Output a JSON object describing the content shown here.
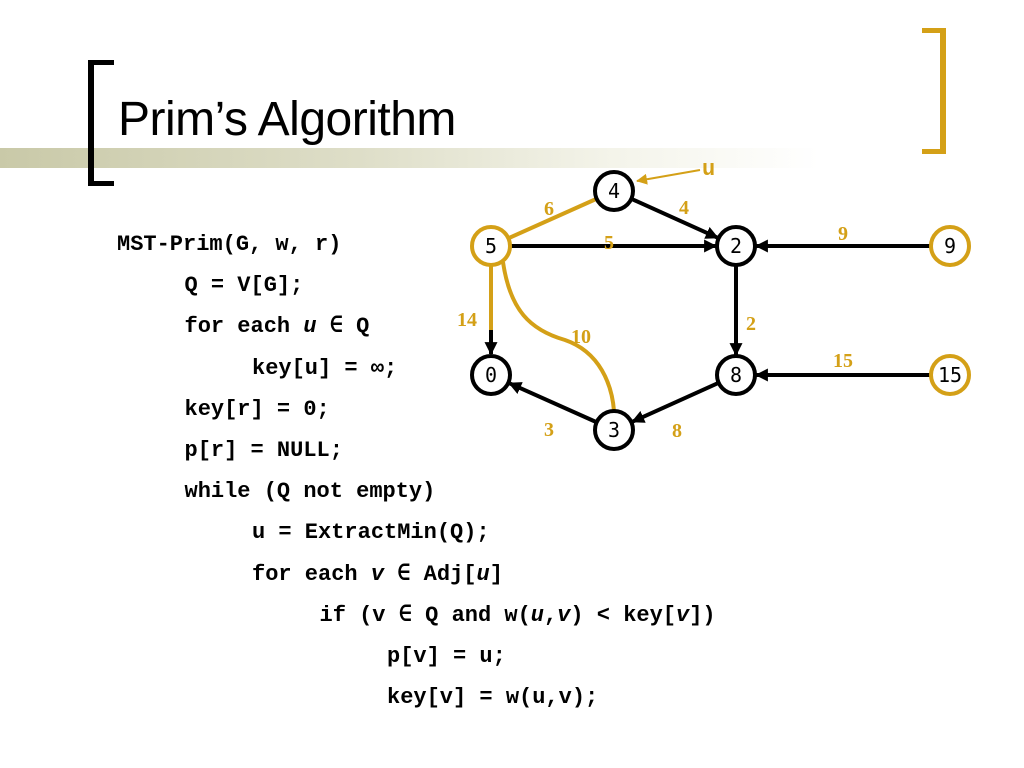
{
  "slide": {
    "title": "Prim’s Algorithm",
    "colors": {
      "accent": "#d4a017",
      "text": "#000000",
      "band": "#c9c9a8"
    }
  },
  "code": {
    "lines": [
      {
        "indent": 0,
        "segments": [
          {
            "text": "MST-Prim(G, w, r)"
          }
        ]
      },
      {
        "indent": 1,
        "segments": [
          {
            "text": "Q = V[G];"
          }
        ]
      },
      {
        "indent": 1,
        "segments": [
          {
            "text": "for each "
          },
          {
            "text": "u",
            "italic": true
          },
          {
            "text": " ∈ Q"
          }
        ]
      },
      {
        "indent": 2,
        "segments": [
          {
            "text": "key[u] = ∞;"
          }
        ]
      },
      {
        "indent": 1,
        "segments": [
          {
            "text": "key[r] = 0;"
          }
        ]
      },
      {
        "indent": 1,
        "segments": [
          {
            "text": "p[r] = NULL;"
          }
        ]
      },
      {
        "indent": 1,
        "segments": [
          {
            "text": "while (Q not empty)"
          }
        ]
      },
      {
        "indent": 2,
        "segments": [
          {
            "text": "u = ExtractMin(Q);"
          }
        ]
      },
      {
        "indent": 2,
        "segments": [
          {
            "text": "for each "
          },
          {
            "text": "v",
            "italic": true
          },
          {
            "text": " ∈ Adj["
          },
          {
            "text": "u",
            "italic": true
          },
          {
            "text": "]"
          }
        ]
      },
      {
        "indent": 3,
        "segments": [
          {
            "text": "if (v ∈ Q and w("
          },
          {
            "text": "u",
            "italic": true
          },
          {
            "text": ","
          },
          {
            "text": "v",
            "italic": true
          },
          {
            "text": ") < key["
          },
          {
            "text": "v",
            "italic": true
          },
          {
            "text": "])"
          }
        ]
      },
      {
        "indent": 4,
        "segments": [
          {
            "text": "p[v] = u;"
          }
        ]
      },
      {
        "indent": 4,
        "segments": [
          {
            "text": "key[v] = w(u,v);"
          }
        ]
      }
    ]
  },
  "graph": {
    "pointer_label": "u",
    "nodes": [
      {
        "id": "n4",
        "label": "4",
        "highlight": false
      },
      {
        "id": "n5",
        "label": "5",
        "highlight": true
      },
      {
        "id": "n2",
        "label": "2",
        "highlight": false
      },
      {
        "id": "n9",
        "label": "9",
        "highlight": true
      },
      {
        "id": "n0",
        "label": "0",
        "highlight": false
      },
      {
        "id": "n8",
        "label": "8",
        "highlight": false
      },
      {
        "id": "n15",
        "label": "15",
        "highlight": true
      },
      {
        "id": "n3",
        "label": "3",
        "highlight": false
      }
    ],
    "edges": [
      {
        "from": "n5",
        "to": "n4",
        "weight": "6",
        "tree": true,
        "directed": false
      },
      {
        "from": "n4",
        "to": "n2",
        "weight": "4",
        "tree": false,
        "directed": true
      },
      {
        "from": "n5",
        "to": "n2",
        "weight": "5",
        "tree": false,
        "directed": true
      },
      {
        "from": "n9",
        "to": "n2",
        "weight": "9",
        "tree": false,
        "directed": true
      },
      {
        "from": "n5",
        "to": "n0",
        "weight": "14",
        "tree": false,
        "directed": true
      },
      {
        "from": "n5",
        "to": "n3",
        "weight": "10",
        "tree": true,
        "directed": false
      },
      {
        "from": "n2",
        "to": "n8",
        "weight": "2",
        "tree": false,
        "directed": true
      },
      {
        "from": "n15",
        "to": "n8",
        "weight": "15",
        "tree": false,
        "directed": true
      },
      {
        "from": "n3",
        "to": "n0",
        "weight": "3",
        "tree": false,
        "directed": true
      },
      {
        "from": "n8",
        "to": "n3",
        "weight": "8",
        "tree": false,
        "directed": true
      }
    ]
  }
}
